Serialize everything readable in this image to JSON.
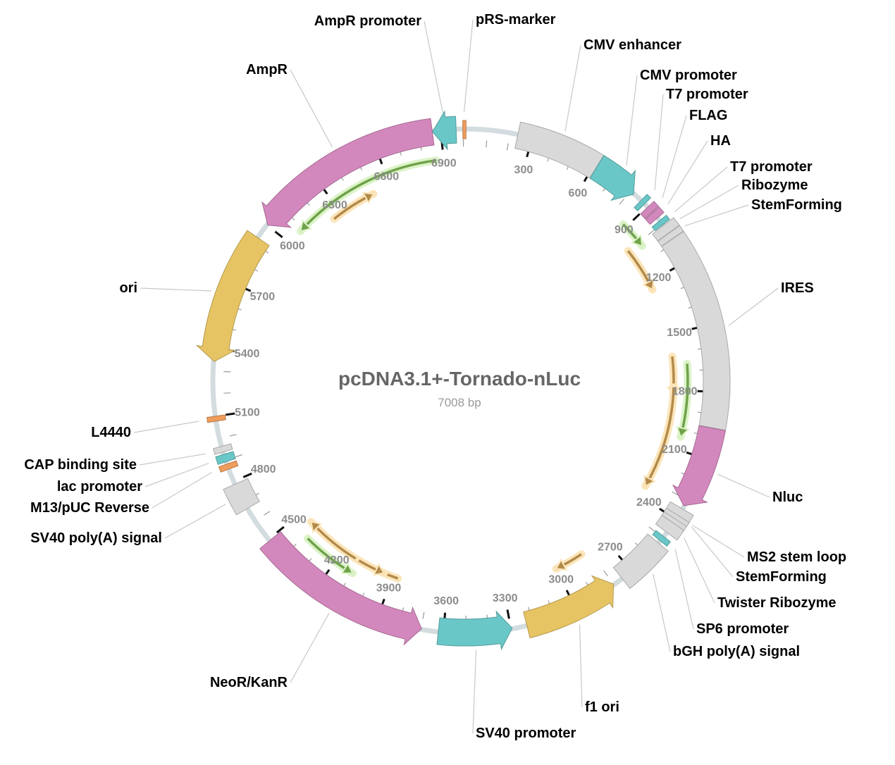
{
  "plasmid": {
    "name": "pcDNA3.1+-Tornado-nLuc",
    "length_label": "7008 bp",
    "length": 7008
  },
  "colors": {
    "backbone": "#d3dcdf",
    "gray": "#d9d9d9",
    "pink": "#d388bd",
    "teal": "#6ac7c8",
    "gold": "#e6c464",
    "orange": "#ef9d5c",
    "primer_fwd": "#b38a4a",
    "primer_rev": "#6fa24a"
  },
  "tick_labels": [
    "300",
    "600",
    "900",
    "1200",
    "1500",
    "1800",
    "2100",
    "2400",
    "2700",
    "3000",
    "3300",
    "3600",
    "3900",
    "4200",
    "4500",
    "4800",
    "5100",
    "5400",
    "5700",
    "6000",
    "6300",
    "6600",
    "6900"
  ],
  "features": [
    {
      "label": "CMV enhancer",
      "start": 235,
      "end": 614,
      "color": "gray",
      "kind": "box"
    },
    {
      "label": "CMV promoter",
      "start": 615,
      "end": 818,
      "color": "teal",
      "kind": "arrow",
      "strand": 1
    },
    {
      "label": "T7 promoter",
      "start": 863,
      "end": 881,
      "color": "teal",
      "kind": "thin"
    },
    {
      "label": "FLAG",
      "start": 905,
      "end": 930,
      "color": "pink",
      "kind": "thin"
    },
    {
      "label": "HA",
      "start": 938,
      "end": 965,
      "color": "pink",
      "kind": "thin"
    },
    {
      "label": "T7 promoter",
      "start": 985,
      "end": 1003,
      "color": "teal",
      "kind": "thin"
    },
    {
      "label": "Ribozyme",
      "start": 1010,
      "end": 1050,
      "color": "gray",
      "kind": "box"
    },
    {
      "label": "StemForming",
      "start": 1052,
      "end": 1080,
      "color": "gray",
      "kind": "box"
    },
    {
      "label": "IRES",
      "start": 1082,
      "end": 1960,
      "color": "gray",
      "kind": "box"
    },
    {
      "label": "Nluc",
      "start": 1962,
      "end": 2330,
      "color": "pink",
      "kind": "arrow",
      "strand": 1
    },
    {
      "label": "MS2 stem loop",
      "start": 2345,
      "end": 2420,
      "color": "gray",
      "kind": "box"
    },
    {
      "label": "StemForming",
      "start": 2380,
      "end": 2400,
      "color": "gray",
      "kind": "box"
    },
    {
      "label": "Twister Ribozyme",
      "start": 2420,
      "end": 2470,
      "color": "gray",
      "kind": "box"
    },
    {
      "label": "SP6 promoter",
      "start": 2495,
      "end": 2515,
      "color": "teal",
      "kind": "thin"
    },
    {
      "label": "bGH poly(A) signal",
      "start": 2530,
      "end": 2755,
      "color": "gray",
      "kind": "box"
    },
    {
      "label": "f1 ori",
      "start": 2800,
      "end": 3228,
      "color": "gold",
      "kind": "arrow",
      "strand": -1
    },
    {
      "label": "SV40 promoter",
      "start": 3294,
      "end": 3623,
      "color": "teal",
      "kind": "arrow",
      "strand": -1
    },
    {
      "label": "NeoR/KanR",
      "start": 3698,
      "end": 4492,
      "color": "pink",
      "kind": "arrow",
      "strand": -1
    },
    {
      "label": "SV40 poly(A) signal",
      "start": 4665,
      "end": 4786,
      "color": "gray",
      "kind": "box"
    },
    {
      "label": "M13/pUC Reverse",
      "start": 4860,
      "end": 4880,
      "color": "orange",
      "kind": "thin"
    },
    {
      "label": "lac promoter",
      "start": 4895,
      "end": 4925,
      "color": "teal",
      "kind": "thin"
    },
    {
      "label": "CAP binding site",
      "start": 4940,
      "end": 4962,
      "color": "gray",
      "kind": "thin"
    },
    {
      "label": "L4440",
      "start": 5080,
      "end": 5098,
      "color": "orange",
      "kind": "thin"
    },
    {
      "label": "ori",
      "start": 5343,
      "end": 5931,
      "color": "gold",
      "kind": "arrow",
      "strand": -1
    },
    {
      "label": "AmpR",
      "start": 6002,
      "end": 6862,
      "color": "pink",
      "kind": "arrow",
      "strand": -1
    },
    {
      "label": "AmpR promoter",
      "start": 6863,
      "end": 6968,
      "color": "teal",
      "kind": "arrow",
      "strand": -1
    },
    {
      "label": "pRS-marker",
      "start": 7000,
      "end": 7008,
      "color": "orange",
      "kind": "thin"
    }
  ],
  "primers": [
    {
      "start": 6862,
      "end": 6080,
      "type": "rev"
    },
    {
      "start": 6250,
      "end": 6500,
      "type": "fwd"
    },
    {
      "start": 880,
      "end": 1025,
      "type": "rev"
    },
    {
      "start": 1000,
      "end": 1245,
      "type": "fwd"
    },
    {
      "start": 1620,
      "end": 1830,
      "type": "fwd"
    },
    {
      "start": 1665,
      "end": 2035,
      "type": "rev"
    },
    {
      "start": 1785,
      "end": 2340,
      "type": "fwd"
    },
    {
      "start": 2845,
      "end": 3000,
      "type": "fwd"
    },
    {
      "start": 3870,
      "end": 4430,
      "type": "fwd"
    },
    {
      "start": 4380,
      "end": 4095,
      "type": "rev"
    },
    {
      "start": 4100,
      "end": 3950,
      "type": "fwd"
    }
  ]
}
